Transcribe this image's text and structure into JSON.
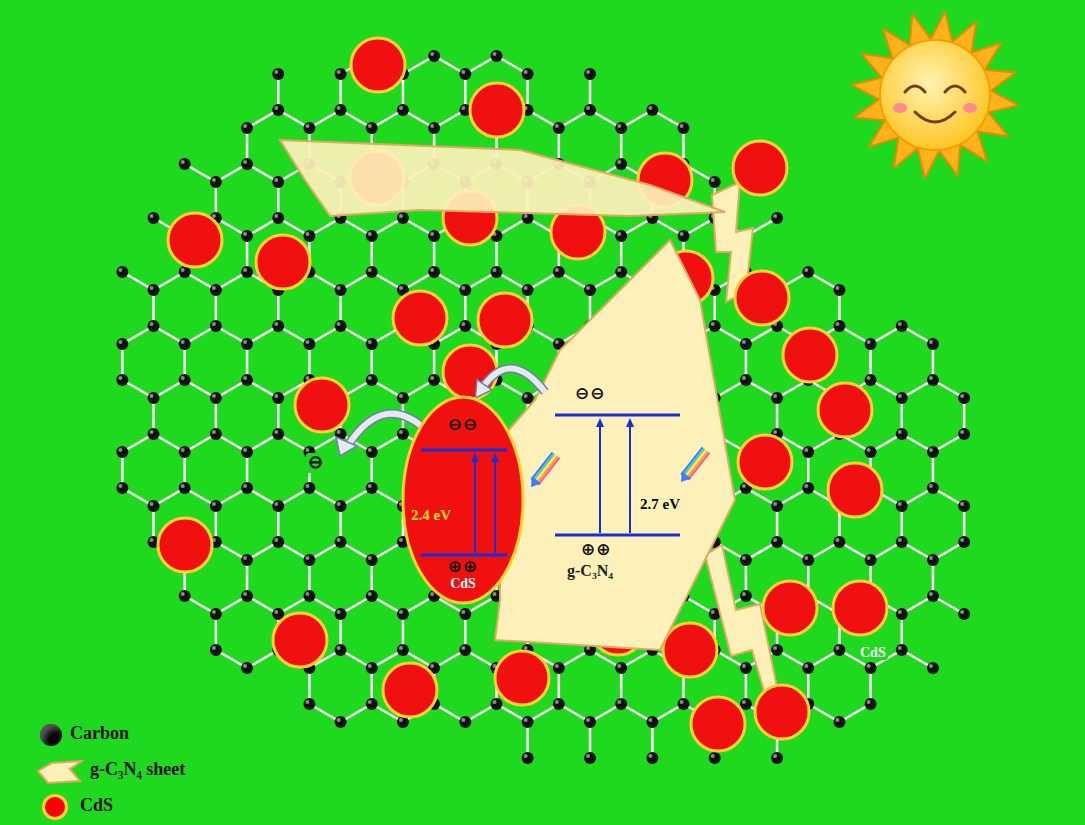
{
  "diagram": {
    "nodes": [
      {
        "text": [
          "⊖⊖",
          "2.4 eV",
          "⊕⊕",
          "CdS"
        ]
      },
      {
        "text": [
          "⊖⊖",
          "2.7 eV",
          "⊕⊕",
          "g-C₃N₄"
        ]
      }
    ],
    "edges": [
      {
        "from": 1,
        "to": 0,
        "arrow": "to"
      }
    ],
    "labels": [
      "⊖",
      "CdS"
    ],
    "legend": [
      {
        "text": "Carbon",
        "color": "#000000"
      },
      {
        "text": "g-C₃N₄ sheet"
      },
      {
        "text": "CdS",
        "color": "#ff0000"
      }
    ]
  }
}
